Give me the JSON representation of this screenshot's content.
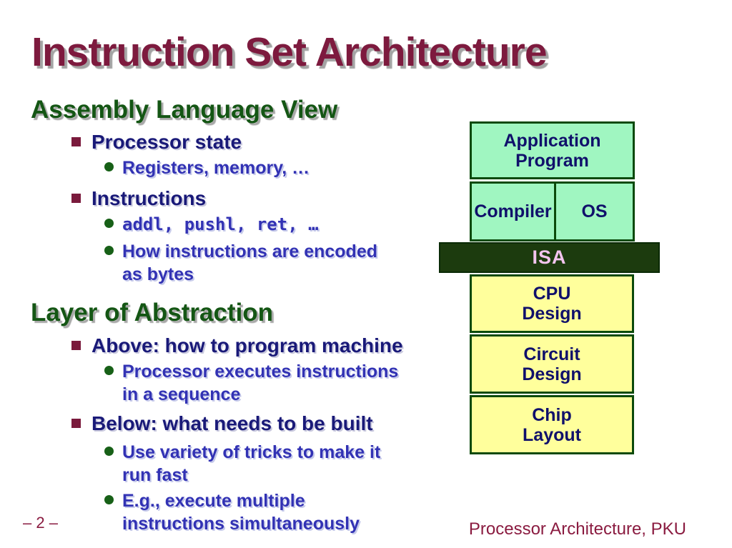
{
  "title": "Instruction Set Architecture",
  "sections": [
    {
      "heading": "Assembly Language View",
      "bullets": [
        {
          "level": 1,
          "text": "Processor state"
        },
        {
          "level": 2,
          "text": "Registers, memory, …"
        },
        {
          "level": 1,
          "text": "Instructions"
        },
        {
          "level": 2,
          "text": "addl, pushl, ret, …",
          "mono": true
        },
        {
          "level": 2,
          "text": "How instructions are encoded\nas bytes"
        }
      ]
    },
    {
      "heading": "Layer of Abstraction",
      "bullets": [
        {
          "level": 1,
          "text": "Above: how to program machine"
        },
        {
          "level": 2,
          "text": "Processor executes instructions\nin a sequence"
        },
        {
          "level": 1,
          "text": "Below: what needs to be built"
        },
        {
          "level": 2,
          "text": "Use variety of tricks to make it\nrun fast"
        },
        {
          "level": 2,
          "text": "E.g., execute multiple\ninstructions simultaneously"
        }
      ]
    }
  ],
  "diagram": {
    "layers": [
      {
        "label": "Application\nProgram",
        "kind": "software"
      },
      {
        "label": "Compiler",
        "kind": "software"
      },
      {
        "label": "OS",
        "kind": "software"
      },
      {
        "label": "ISA",
        "kind": "interface"
      },
      {
        "label": "CPU\nDesign",
        "kind": "hardware"
      },
      {
        "label": "Circuit\nDesign",
        "kind": "hardware"
      },
      {
        "label": "Chip\nLayout",
        "kind": "hardware"
      }
    ]
  },
  "footer": {
    "page": "– 2 –",
    "course": "Processor Architecture, PKU"
  },
  "colors": {
    "title_text": "#7D1A3E",
    "heading_text": "#145614",
    "bullet_l1_text": "#191978",
    "bullet_l2_text": "#3232B4",
    "square_bullet": "#7A1A3C",
    "circle_bullet": "#176017",
    "box_green_fill": "#A0F6C1",
    "box_yellow_fill": "#FFFF9C",
    "box_border": "#0B4A0B",
    "isa_bar_fill": "#1C3B0E",
    "isa_text": "#F2C4EE",
    "box_label_text": "#10106B",
    "footer_text": "#8A1B40"
  }
}
